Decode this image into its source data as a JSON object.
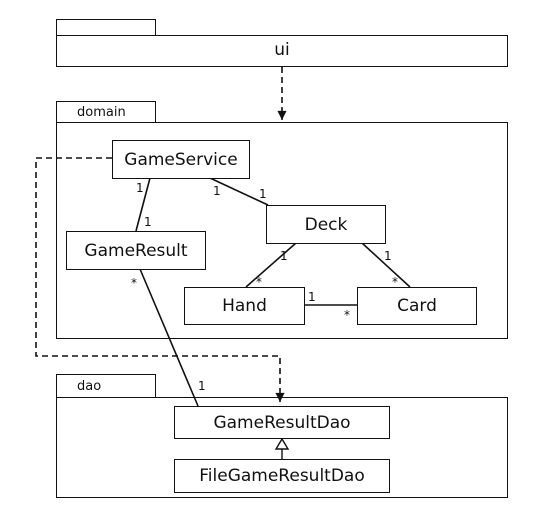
{
  "diagram": {
    "packages": {
      "ui": {
        "name": "ui"
      },
      "domain": {
        "name": "domain"
      },
      "dao": {
        "name": "dao"
      }
    },
    "classes": {
      "game_service": "GameService",
      "game_result": "GameResult",
      "deck": "Deck",
      "hand": "Hand",
      "card": "Card",
      "game_result_dao": "GameResultDao",
      "file_game_result_dao": "FileGameResultDao"
    },
    "multiplicities": {
      "gameservice_gameresult_src": "1",
      "gameservice_gameresult_dst": "1",
      "gameservice_deck_src": "1",
      "gameservice_deck_dst": "1",
      "deck_hand_src": "1",
      "deck_hand_dst": "*",
      "deck_card_src": "1",
      "deck_card_dst": "*",
      "hand_card_src": "1",
      "hand_card_dst": "*",
      "gameresult_dao_src": "*",
      "gameresult_dao_dst": "1"
    },
    "relationships": [
      {
        "from": "ui",
        "to": "domain",
        "kind": "dependency"
      },
      {
        "from": "GameService",
        "to": "GameResultDao",
        "kind": "dependency"
      },
      {
        "from": "GameService",
        "to": "GameResult",
        "kind": "association"
      },
      {
        "from": "GameService",
        "to": "Deck",
        "kind": "association"
      },
      {
        "from": "Deck",
        "to": "Hand",
        "kind": "association"
      },
      {
        "from": "Deck",
        "to": "Card",
        "kind": "association"
      },
      {
        "from": "Hand",
        "to": "Card",
        "kind": "association"
      },
      {
        "from": "GameResult",
        "to": "GameResultDao",
        "kind": "association"
      },
      {
        "from": "FileGameResultDao",
        "to": "GameResultDao",
        "kind": "realization"
      }
    ]
  }
}
